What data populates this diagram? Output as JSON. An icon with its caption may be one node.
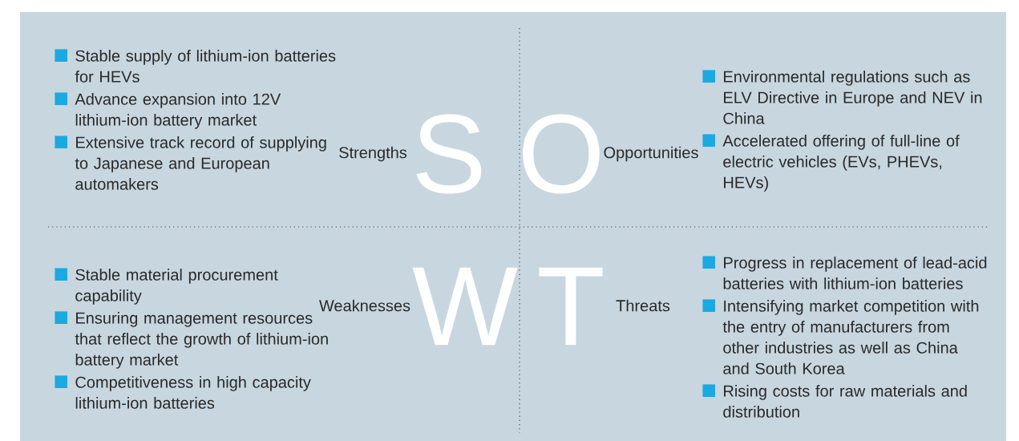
{
  "diagram": {
    "nodes": [
      {
        "text": [
          "Strengths",
          "Stable supply of lithium-ion batteries for HEVs",
          "Advance expansion into 12V lithium-ion battery market",
          "Extensive track record of supplying to Japanese and European automakers"
        ]
      },
      {
        "text": [
          "Opportunities",
          "Environmental regulations such as ELV Directive in Europe and NEV in China",
          "Accelerated offering of full-line of electric vehicles (EVs, PHEVs, HEVs)"
        ]
      },
      {
        "text": [
          "Weaknesses",
          "Stable material procurement capability",
          "Ensuring management resources that reflect the growth of lithium-ion battery market",
          "Competitiveness in high capacity lithium-ion batteries"
        ]
      },
      {
        "text": [
          "Threats",
          "Progress in replacement of lead-acid batteries with lithium-ion batteries",
          "Intensifying market competition with the entry of manufacturers from other industries as well as China and South Korea",
          "Rising costs for raw materials and distribution"
        ]
      }
    ],
    "labels": [
      "S",
      "O",
      "W",
      "T"
    ]
  }
}
